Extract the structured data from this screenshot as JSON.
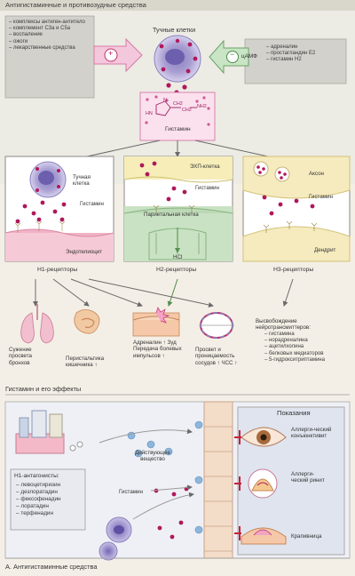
{
  "header": {
    "title": "Антигистаминные и противозудные средства"
  },
  "top": {
    "mast_cells_title": "Тучные клетки",
    "left_list": [
      "комплексы антиген-антитело",
      "комплемент C3a и C5a",
      "воспаление",
      "ожоги",
      "лекарственные средства"
    ],
    "plus_sign": "+",
    "minus_sign": "−",
    "camp": "цАМФ",
    "right_list": [
      "адреналин",
      "простагландин E2",
      "гистамин H2"
    ],
    "histamine_label": "Гистамин",
    "formula": {
      "n1": "N",
      "nh": "HN",
      "ch2a": "CH2",
      "ch2b": "CH2",
      "nh2": "NH2"
    }
  },
  "panels": {
    "h1": {
      "mast_cell": "Тучная клетка",
      "histamine": "Гистамин",
      "endothel": "Эндотелиоцит",
      "receptor": "H1-рецепторы"
    },
    "h2": {
      "ecl": "ЭХП-клетка",
      "histamine": "Гистамин",
      "parietal": "Париетальная клетка",
      "hcl": "HCl",
      "receptor": "H2-рецепторы"
    },
    "h3": {
      "axon": "Аксон",
      "histamine": "Гистамин",
      "dendrite": "Дендрит",
      "receptor": "H3-рецепторы"
    }
  },
  "effects": [
    {
      "label": "Сужение просвета бронхов"
    },
    {
      "label": "Перистальтика кишечника ↑"
    },
    {
      "label": "Адреналин ↑ Зуд Передача болевых импульсов ↑"
    },
    {
      "label": "Просвет и проницаемость сосудов ↑ ЧСС ↑"
    },
    {
      "label": "Высвобождение нейротрансмиттеров:",
      "items": [
        "гистамина",
        "норадреналина",
        "ацетилхолина",
        "белковых медиаторов",
        "5-гидрокситриптамина"
      ]
    }
  ],
  "section_mid": "Гистамин и его эффекты",
  "bottom": {
    "indications_title": "Показания",
    "active_substance": "Действующее вещество",
    "histamine": "Гистамин",
    "h1_antagonists_title": "H1-антагонисты:",
    "drugs": [
      "левоцетиризин",
      "дезлоратадин",
      "фексофенадин",
      "лоратадин",
      "терфенадин"
    ],
    "indications": [
      "Аллерги-ческий конъюнктивит",
      "Аллерги-ческий ринит",
      "Крапивница"
    ]
  },
  "footer": "A. Антигистаминные средства",
  "colors": {
    "purple": "#9b8bc7",
    "cell": "#b9b2dc",
    "crimson": "#b0185a",
    "pink": "#e6a0c4",
    "blue": "#8eb6dc",
    "yellow": "#f6e9a8",
    "green": "#bcd9b6",
    "red": "#c8203a",
    "grey": "#b7b7b7"
  }
}
